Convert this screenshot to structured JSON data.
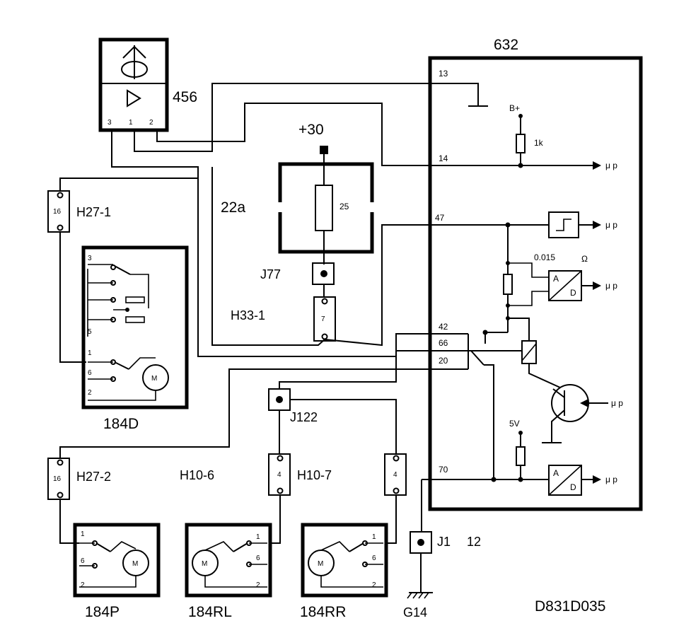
{
  "modules": {
    "ecu": "632",
    "sensor": "456",
    "fuse_box": "22a",
    "switch_front": "184D",
    "motor_p": "184P",
    "motor_rl": "184RL",
    "motor_rr": "184RR"
  },
  "supply": "+30",
  "fuse_value": "25",
  "connectors": {
    "h27_1": "H27-1",
    "h27_1_pin": "16",
    "h27_2": "H27-2",
    "h27_2_pin": "16",
    "h33_1": "H33-1",
    "h33_1_pin": "7",
    "h10_6": "H10-6",
    "h10_6_pin": "4",
    "h10_7": "H10-7",
    "h10_7_pin": "4",
    "j77": "J77",
    "j122": "J122",
    "j1": "J1",
    "j1_num": "12",
    "ground": "G14"
  },
  "sensor_pins": [
    "3",
    "1",
    "2"
  ],
  "ecu_pins": {
    "p13": "13",
    "p14": "14",
    "p47": "47",
    "p42": "42",
    "p66": "66",
    "p20": "20",
    "p70": "70"
  },
  "ecu_internal": {
    "bplus": "B+",
    "r1k": "1k",
    "r0015": "0.015",
    "ohm": "Ω",
    "v5": "5V",
    "a": "A",
    "d": "D",
    "up": "μ p"
  },
  "switch_pins": {
    "p3": "3",
    "p5": "5",
    "p1": "1",
    "p6": "6",
    "p2": "2"
  },
  "motor_label": "M",
  "diagram_id": "D831D035"
}
